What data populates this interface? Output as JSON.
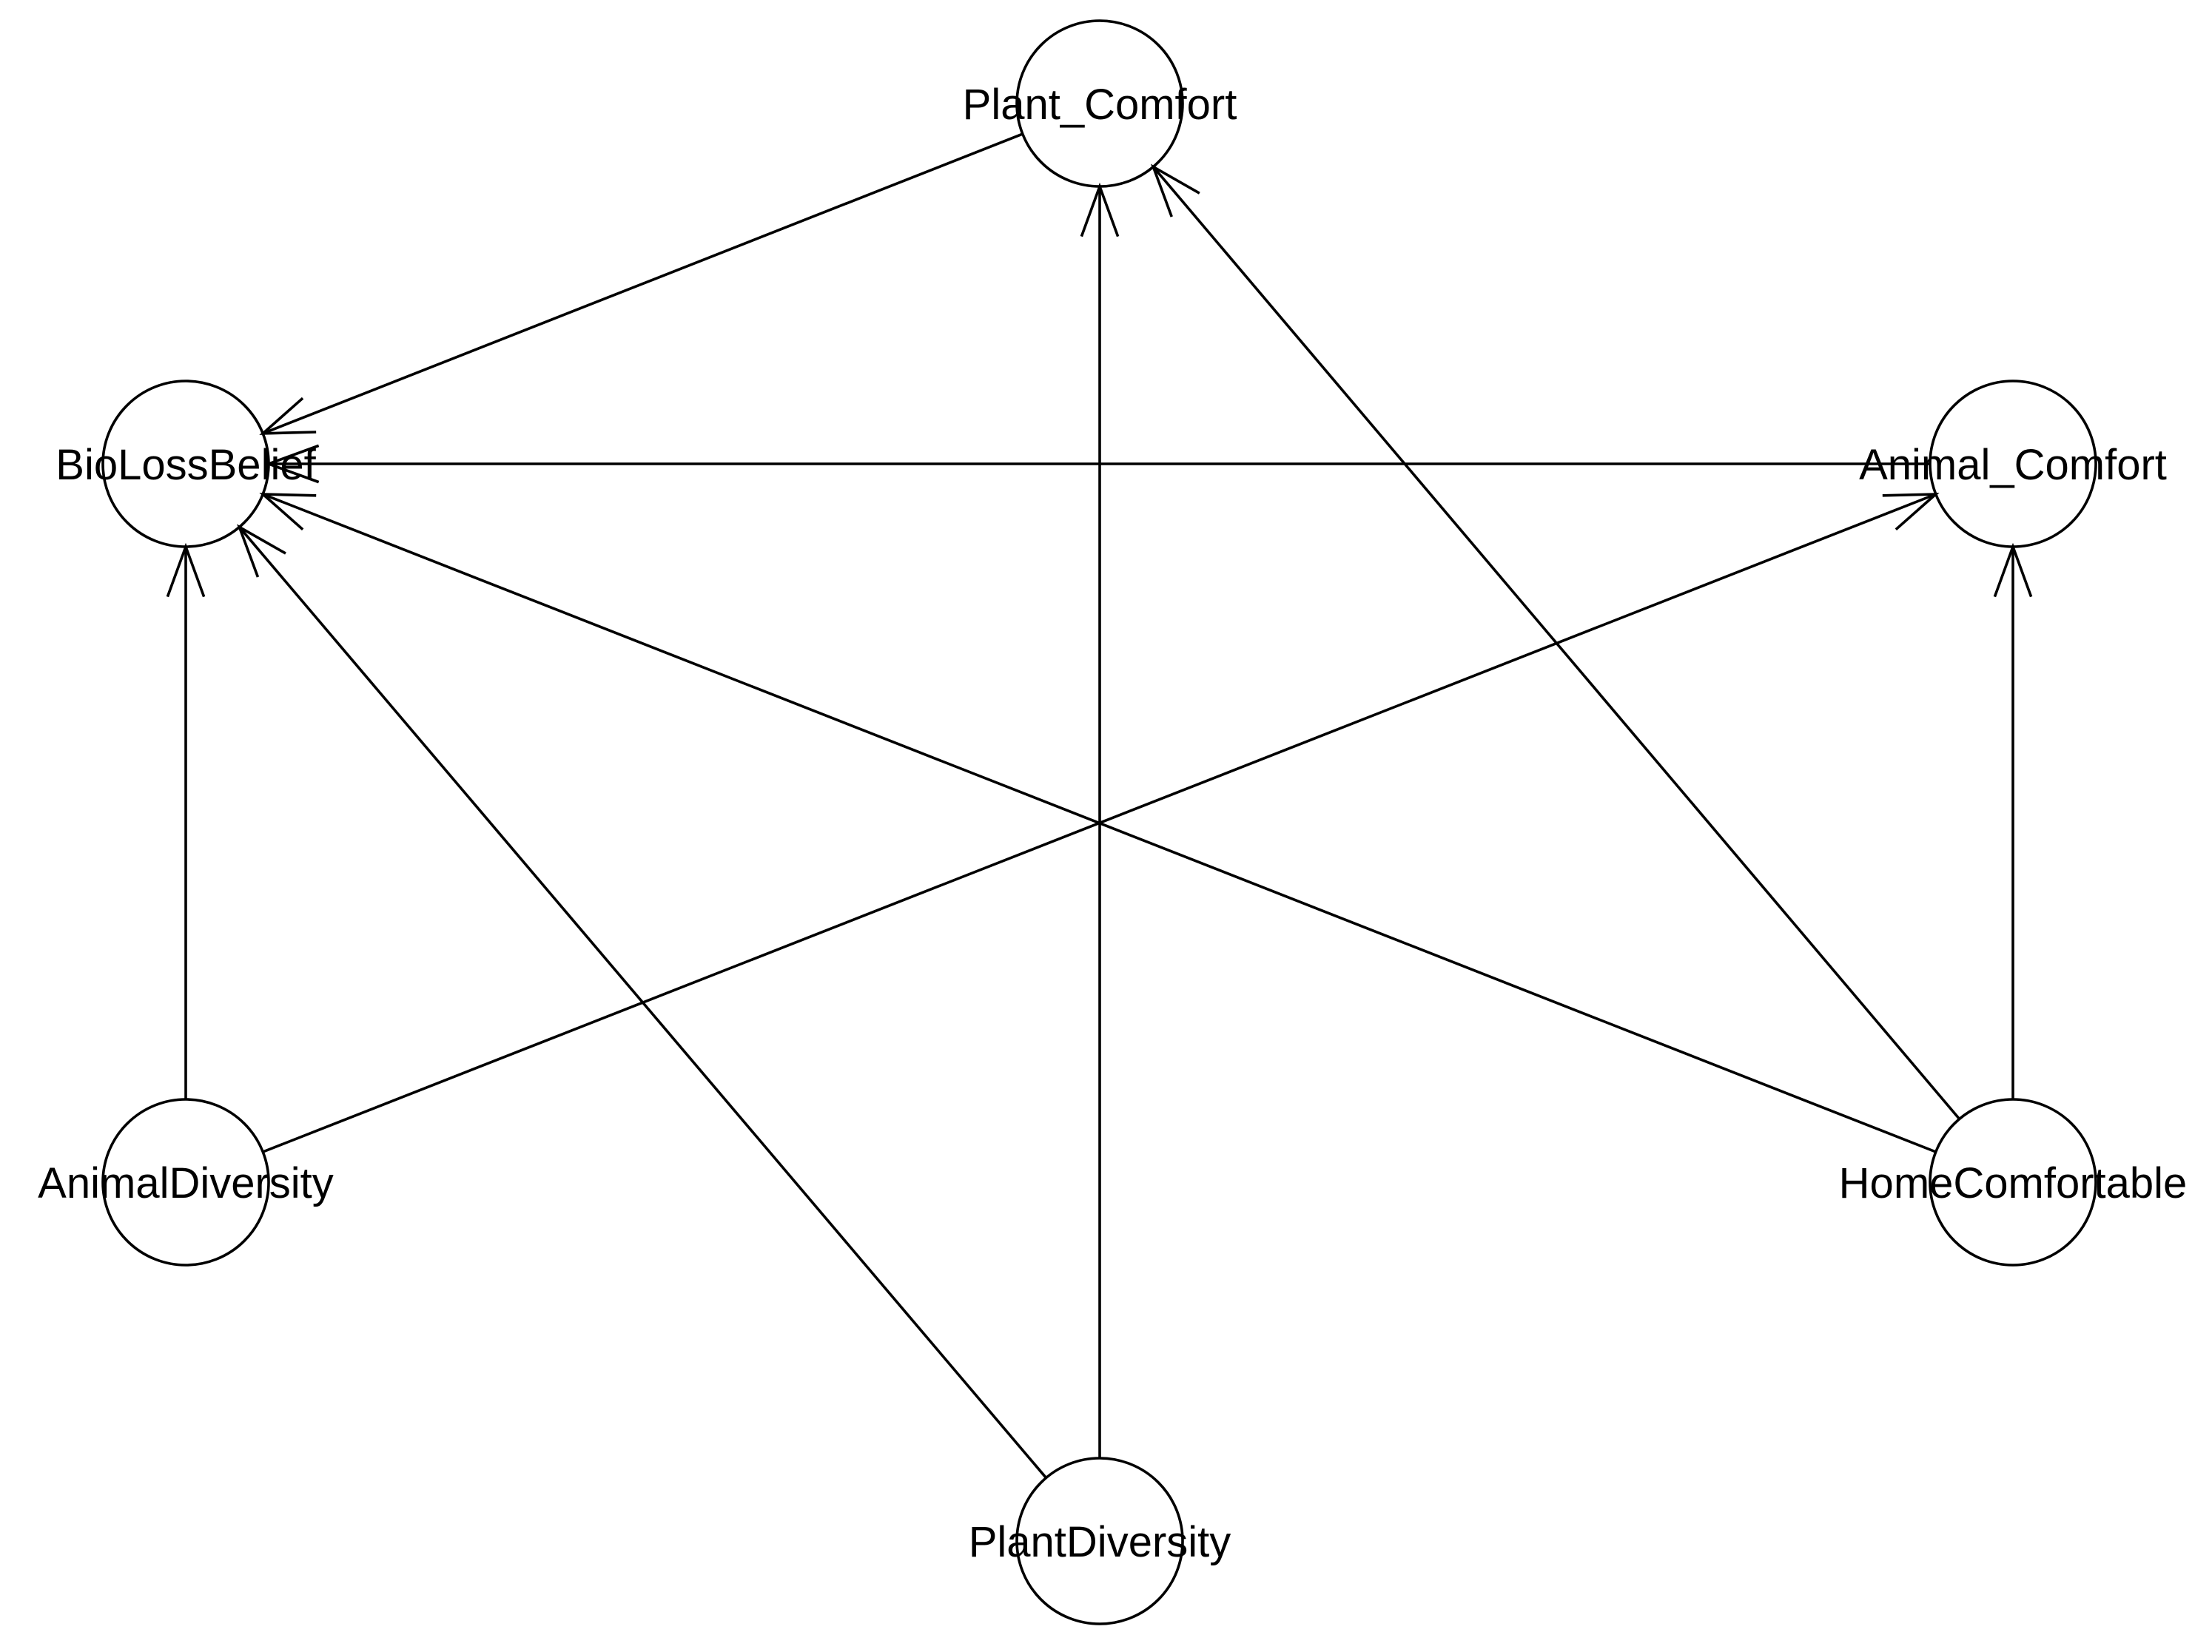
{
  "nodes": [
    {
      "id": "plant_comfort",
      "label": "Plant_Comfort"
    },
    {
      "id": "bioloss_belief",
      "label": "BioLossBelief"
    },
    {
      "id": "animal_comfort",
      "label": "Animal_Comfort"
    },
    {
      "id": "animal_diversity",
      "label": "AnimalDiversity"
    },
    {
      "id": "home_comfortable",
      "label": "HomeComfortable"
    },
    {
      "id": "plant_diversity",
      "label": "PlantDiversity"
    }
  ],
  "edges": [
    {
      "from": "plant_comfort",
      "to": "bioloss_belief"
    },
    {
      "from": "animal_comfort",
      "to": "bioloss_belief"
    },
    {
      "from": "animal_diversity",
      "to": "bioloss_belief"
    },
    {
      "from": "plant_diversity",
      "to": "bioloss_belief"
    },
    {
      "from": "home_comfortable",
      "to": "bioloss_belief"
    },
    {
      "from": "plant_diversity",
      "to": "plant_comfort"
    },
    {
      "from": "home_comfortable",
      "to": "plant_comfort"
    },
    {
      "from": "animal_diversity",
      "to": "animal_comfort"
    },
    {
      "from": "home_comfortable",
      "to": "animal_comfort"
    }
  ]
}
